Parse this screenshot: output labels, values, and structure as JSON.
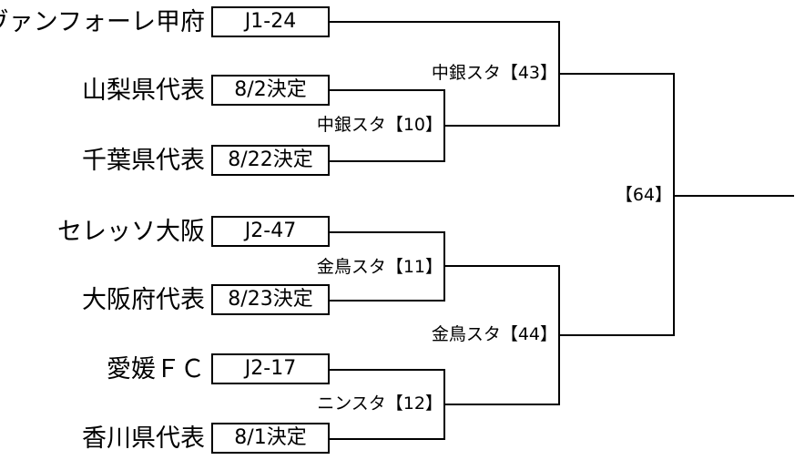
{
  "teams": [
    {
      "name": "ヴァンフォーレ甲府",
      "box": "J1-24"
    },
    {
      "name": "山梨県代表",
      "box": "8/2決定"
    },
    {
      "name": "千葉県代表",
      "box": "8/22決定"
    },
    {
      "name": "セレッソ大阪",
      "box": "J2-47"
    },
    {
      "name": "大阪府代表",
      "box": "8/23決定"
    },
    {
      "name": "愛媛ＦＣ",
      "box": "J2-17"
    },
    {
      "name": "香川県代表",
      "box": "8/1決定"
    }
  ],
  "matches": {
    "m10": "中銀スタ【10】",
    "m43": "中銀スタ【43】",
    "m11": "金鳥スタ【11】",
    "m12": "ニンスタ【12】",
    "m44": "金鳥スタ【44】",
    "m64": "【64】"
  }
}
